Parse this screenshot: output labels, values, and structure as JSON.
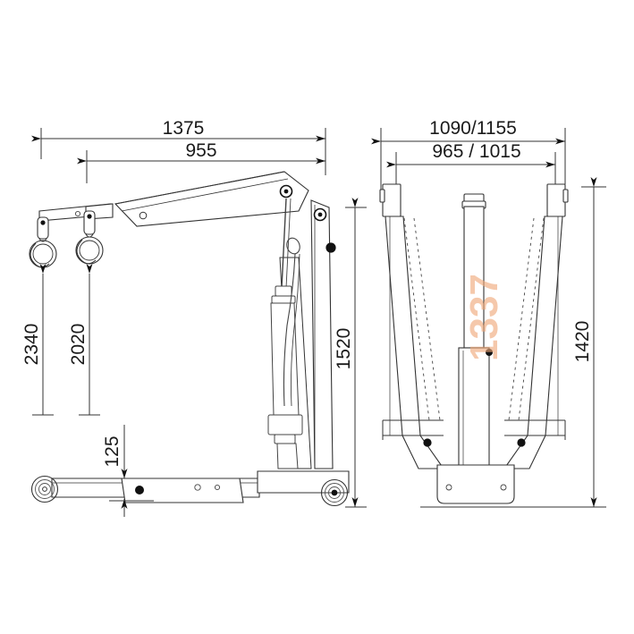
{
  "drawing": {
    "title": "Shop Crane Engine Hoist Technical Drawing",
    "background_color": "#ffffff",
    "line_color": "#231f20",
    "watermark_color": "#f0a878"
  },
  "watermark": {
    "text": "1337",
    "rotation": -90
  },
  "dimensions": {
    "horizontal": [
      {
        "id": "boom-overall-reach",
        "label": "1375",
        "view": "side"
      },
      {
        "id": "boom-inner-reach",
        "label": "955",
        "view": "side"
      },
      {
        "id": "leg-span-outer",
        "label": "1090/1155",
        "view": "front"
      },
      {
        "id": "leg-span-inner",
        "label": "965 / 1015",
        "view": "front"
      }
    ],
    "vertical": [
      {
        "id": "max-lift-height",
        "label": "2340",
        "view": "side"
      },
      {
        "id": "mid-lift-height",
        "label": "2020",
        "view": "side"
      },
      {
        "id": "mast-height",
        "label": "1520",
        "view": "side"
      },
      {
        "id": "leg-ground-clearance",
        "label": "125",
        "view": "side"
      },
      {
        "id": "leg-length",
        "label": "1420",
        "view": "front"
      }
    ]
  },
  "views": {
    "side": {
      "name": "side-elevation"
    },
    "front": {
      "name": "front-elevation"
    }
  },
  "components": {
    "hook_primary": "hook-extended",
    "hook_secondary": "hook-retracted",
    "boom": "telescoping-boom",
    "mast": "vertical-mast",
    "ram": "hydraulic-ram",
    "base_legs": "base-legs",
    "casters": "caster-wheels",
    "base_plate": "base-plate"
  }
}
